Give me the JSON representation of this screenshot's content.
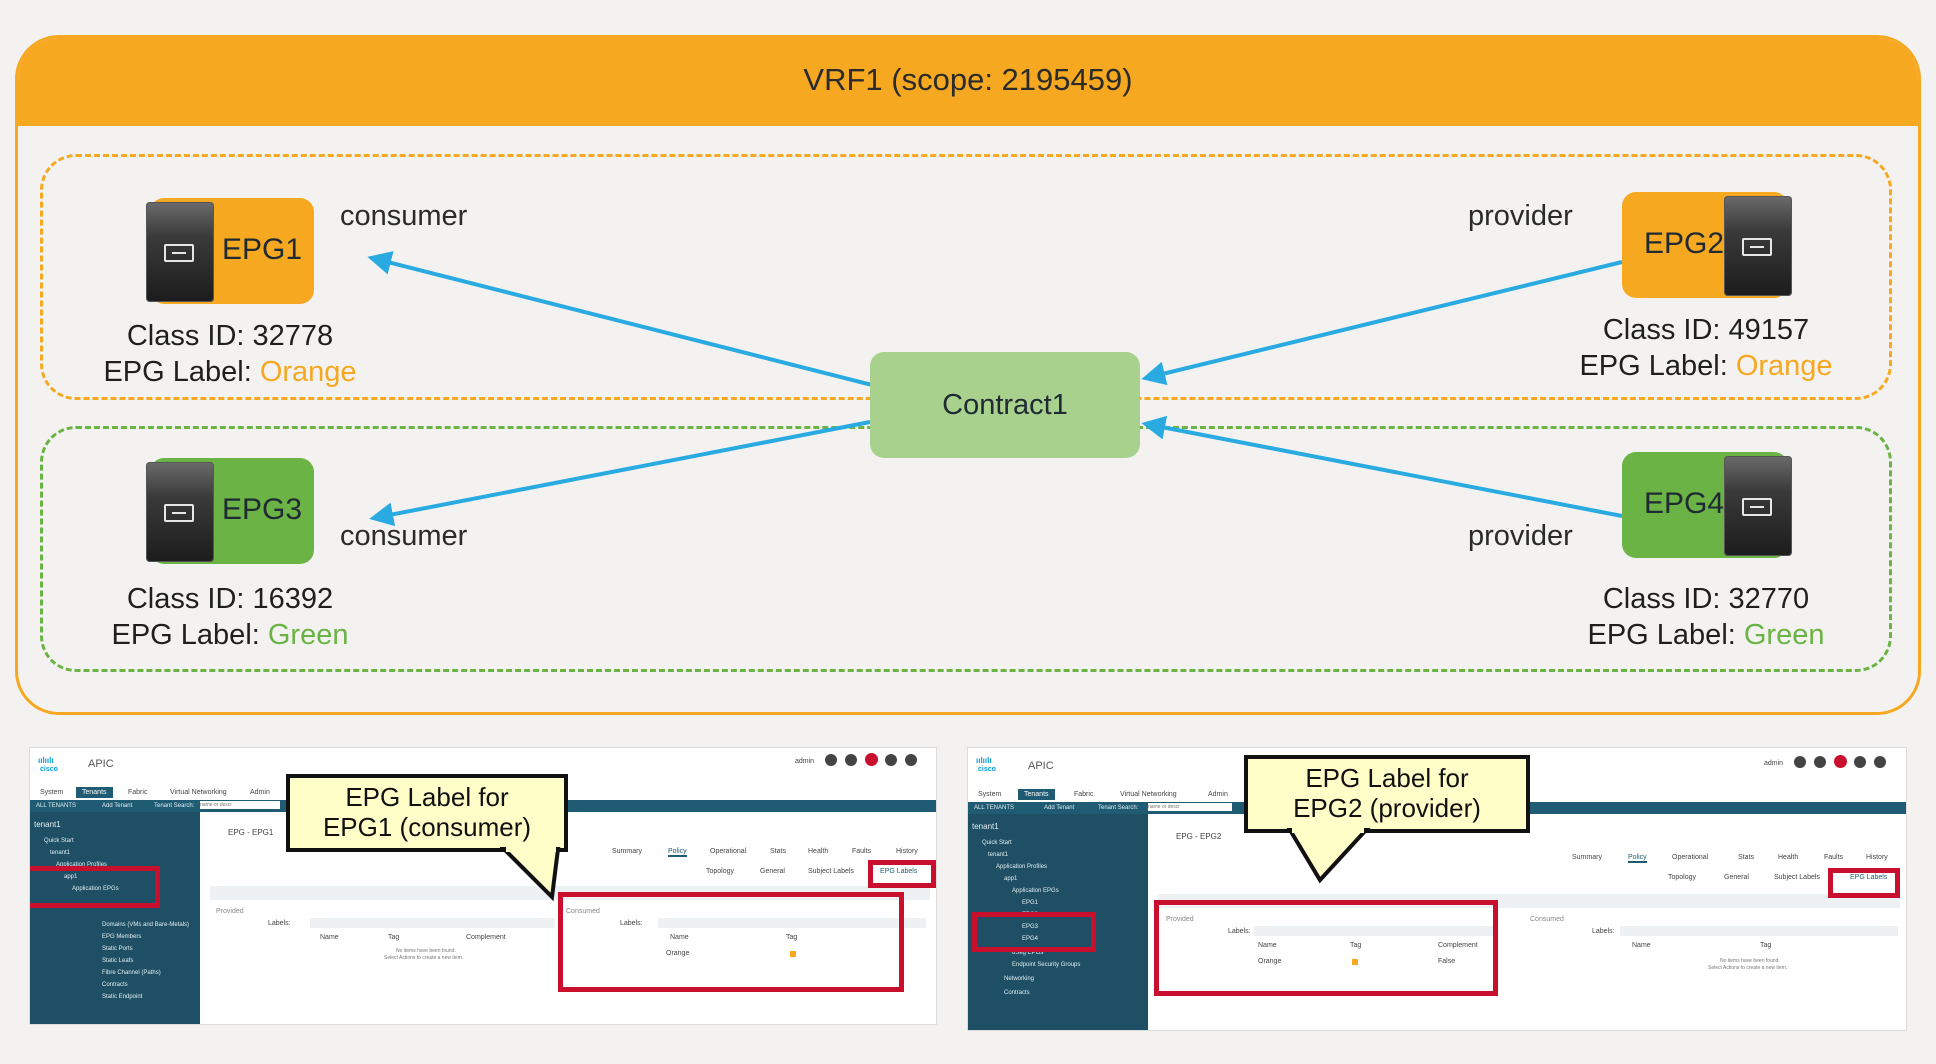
{
  "vrf": {
    "title": "VRF1 (scope: 2195459)"
  },
  "epgs": [
    {
      "name": "EPG1",
      "role": "consumer",
      "class_id_label": "Class ID: 32778",
      "epg_label_prefix": "EPG Label: ",
      "epg_label_value": "Orange"
    },
    {
      "name": "EPG2",
      "role": "provider",
      "class_id_label": "Class ID: 49157",
      "epg_label_prefix": "EPG Label: ",
      "epg_label_value": "Orange"
    },
    {
      "name": "EPG3",
      "role": "consumer",
      "class_id_label": "Class ID: 16392",
      "epg_label_prefix": "EPG Label: ",
      "epg_label_value": "Green"
    },
    {
      "name": "EPG4",
      "role": "provider",
      "class_id_label": "Class ID: 32770",
      "epg_label_prefix": "EPG Label: ",
      "epg_label_value": "Green"
    }
  ],
  "contract": {
    "name": "Contract1"
  },
  "colors": {
    "orange": "#f6a821",
    "green": "#6ab344",
    "contract": "#a8d18d",
    "arrow": "#29abe2",
    "highlight": "#c8102e"
  },
  "icons": {
    "server": "server-icon",
    "cisco": "cisco-logo"
  },
  "screens": [
    {
      "app": "APIC",
      "user": "admin",
      "nav": [
        "System",
        "Tenants",
        "Fabric",
        "Virtual Networking",
        "Admin"
      ],
      "subnav": [
        "ALL TENANTS",
        "Add Tenant",
        "Tenant Search:"
      ],
      "search_placeholder": "name or descr",
      "tenant": "tenant1",
      "tree": [
        "Quick Start",
        "tenant1",
        "Application Profiles",
        "app1",
        "Application EPGs",
        "Domains (VMs and Bare-Metals)",
        "EPG Members",
        "Static Ports",
        "Static Leafs",
        "Fibre Channel (Paths)",
        "Contracts",
        "Static Endpoint"
      ],
      "breadcrumb": "EPG - EPG1",
      "tabs": [
        "Summary",
        "Policy",
        "Operational",
        "Stats",
        "Health",
        "Faults",
        "History"
      ],
      "subtabs": [
        "Topology",
        "General",
        "Subject Labels",
        "EPG Labels"
      ],
      "provided": "Provided",
      "consumed": "Consumed",
      "labels": "Labels:",
      "cols_left": [
        "Name",
        "Tag",
        "Complement"
      ],
      "cols_right": [
        "Name",
        "Tag"
      ],
      "empty_1": "No items have been found.",
      "empty_2": "Select Actions to create a new item.",
      "row_name": "Orange",
      "callout_1": "EPG Label for",
      "callout_2": "EPG1 (consumer)"
    },
    {
      "app": "APIC",
      "user": "admin",
      "nav": [
        "System",
        "Tenants",
        "Fabric",
        "Virtual Networking",
        "Admin"
      ],
      "subnav": [
        "ALL TENANTS",
        "Add Tenant",
        "Tenant Search:"
      ],
      "search_placeholder": "name or descr",
      "tenant": "tenant1",
      "tree": [
        "Quick Start",
        "tenant1",
        "Application Profiles",
        "app1",
        "Application EPGs",
        "EPG1",
        "EPG2",
        "EPG3",
        "EPG4",
        "uSeg EPGs",
        "Endpoint Security Groups",
        "Networking",
        "Contracts"
      ],
      "breadcrumb": "EPG - EPG2",
      "tabs": [
        "Summary",
        "Policy",
        "Operational",
        "Stats",
        "Health",
        "Faults",
        "History"
      ],
      "subtabs": [
        "Topology",
        "General",
        "Subject Labels",
        "EPG Labels"
      ],
      "provided": "Provided",
      "consumed": "Consumed",
      "labels": "Labels:",
      "cols_left": [
        "Name",
        "Tag",
        "Complement"
      ],
      "cols_right": [
        "Name",
        "Tag"
      ],
      "empty_1": "No items have been found.",
      "empty_2": "Select Actions to create a new item.",
      "row_name": "Orange",
      "row_complement": "False",
      "callout_1": "EPG Label for",
      "callout_2": "EPG2 (provider)"
    }
  ]
}
